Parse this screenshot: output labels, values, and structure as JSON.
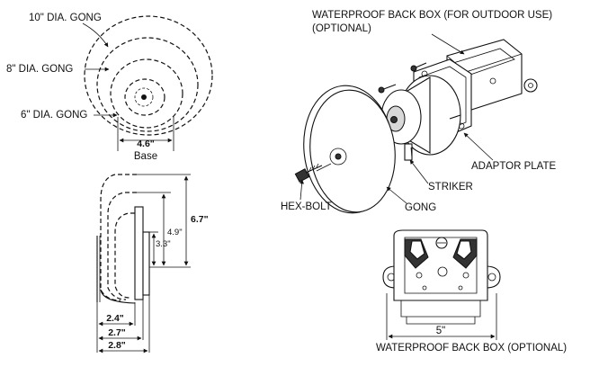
{
  "gong_sizes": {
    "ten_inch": "10\" DIA. GONG",
    "eight_inch": "8\" DIA. GONG",
    "six_inch": "6\" DIA. GONG"
  },
  "top_view": {
    "base_width": "4.6\"",
    "base_label": "Base"
  },
  "side_view": {
    "height_total": "6.7\"",
    "height_mid": "4.9\"",
    "height_small": "3.3\"",
    "depth_1": "2.4\"",
    "depth_2": "2.7\"",
    "depth_3": "2.8\""
  },
  "exploded_view": {
    "back_box_title": "WATERPROOF BACK BOX (FOR OUTDOOR USE)",
    "back_box_optional": "(OPTIONAL)",
    "adaptor_plate": "ADAPTOR PLATE",
    "striker": "STRIKER",
    "hex_bolt": "HEX-BOLT",
    "gong": "GONG"
  },
  "back_box_view": {
    "width": "5\"",
    "caption": "WATERPROOF BACK BOX (OPTIONAL)"
  }
}
